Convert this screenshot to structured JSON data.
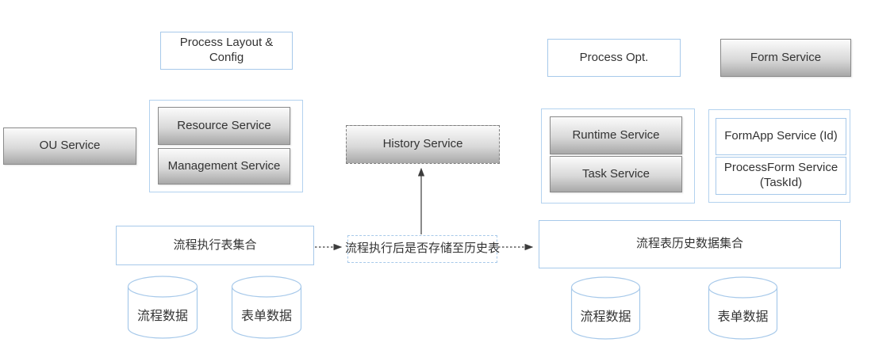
{
  "nodes": {
    "process_layout_config": {
      "label": "Process Layout & Config"
    },
    "ou_service": {
      "label": "OU Service"
    },
    "resource_service": {
      "label": "Resource Service"
    },
    "management_service": {
      "label": "Management Service"
    },
    "history_service": {
      "label": "History Service"
    },
    "process_opt": {
      "label": "Process Opt."
    },
    "form_service": {
      "label": "Form Service"
    },
    "runtime_service": {
      "label": "Runtime Service"
    },
    "task_service": {
      "label": "Task Service"
    },
    "formapp_service": {
      "label": "FormApp Service (Id)"
    },
    "processform_service": {
      "label": "ProcessForm Service (TaskId)"
    },
    "exec_table_collection": {
      "label": "流程执行表集合"
    },
    "store_decision": {
      "label": "流程执行后是否存储至历史表"
    },
    "history_table_collection": {
      "label": "流程表历史数据集合"
    }
  },
  "databases": [
    {
      "label": "流程数据"
    },
    {
      "label": "表单数据"
    },
    {
      "label": "流程数据"
    },
    {
      "label": "表单数据"
    }
  ],
  "colors": {
    "node_border_blue": "#a7c9ea",
    "node_border_gray": "#8a8a8a",
    "node_gradient_top": "#fbfbfb",
    "node_gradient_bottom": "#a8a8a8",
    "connector": "#3c3c3c",
    "text": "#333333"
  }
}
